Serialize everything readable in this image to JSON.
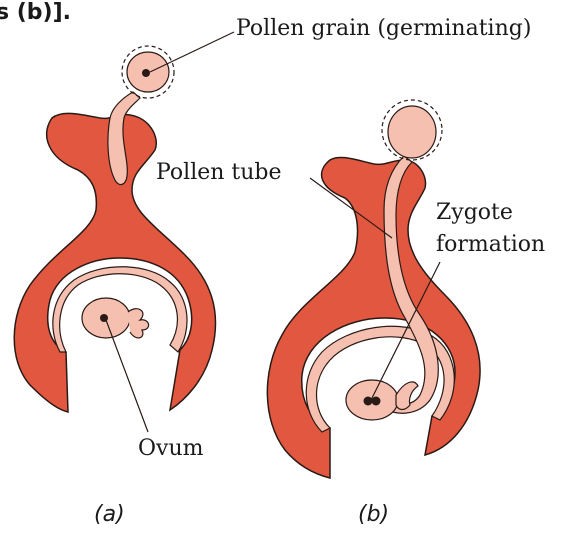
{
  "heading_fragment": "s (b)].",
  "labels": {
    "pollen_grain": "Pollen grain (germinating)",
    "pollen_tube": "Pollen tube",
    "zygote_line1": "Zygote",
    "zygote_line2": "formation",
    "ovum": "Ovum"
  },
  "captions": {
    "a": "(a)",
    "b": "(b)"
  },
  "colors": {
    "carpel": "#e2573f",
    "carpel_dark": "#a8321f",
    "cavity": "#ffffff",
    "pollen": "#f6c0b0",
    "outline": "#2a1a16"
  }
}
